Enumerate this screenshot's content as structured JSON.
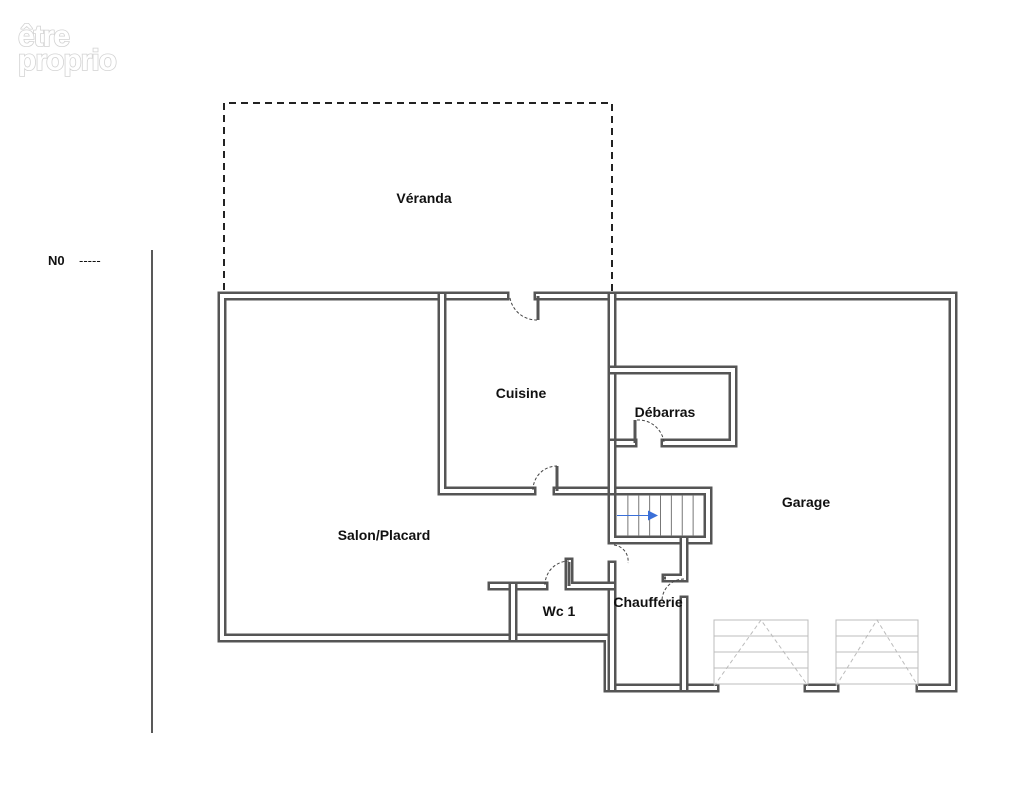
{
  "logo": {
    "line1": "être",
    "line2": "proprio"
  },
  "level": {
    "label": "N0",
    "dashes": "-----"
  },
  "rooms": {
    "veranda": "Véranda",
    "cuisine": "Cuisine",
    "debarras": "Débarras",
    "garage": "Garage",
    "salon": "Salon/Placard",
    "wc": "Wc 1",
    "chaufferie": "Chaufferie"
  },
  "colors": {
    "wall": "#555555",
    "stair_arrow": "#3a6fd8",
    "garage_door": "#bcbcbc"
  }
}
